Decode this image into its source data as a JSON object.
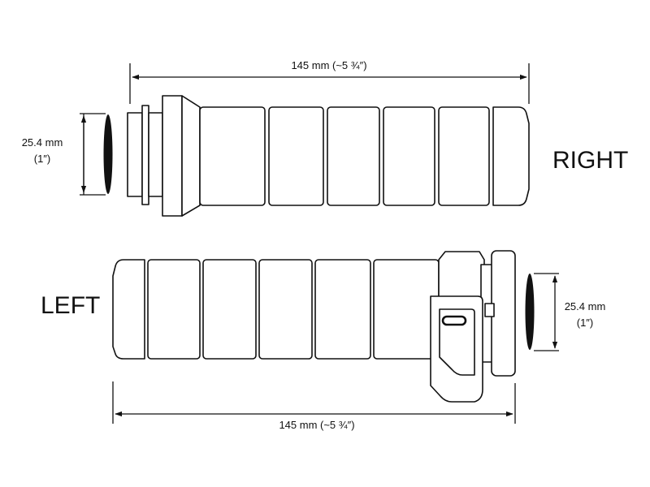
{
  "right_grip": {
    "label": "RIGHT",
    "length_label": "145 mm (~5 ¾″)",
    "diameter_label": "25.4 mm",
    "diameter_inch_label": "(1″)"
  },
  "left_grip": {
    "label": "LEFT",
    "length_label": "145 mm (~5 ¾″)",
    "diameter_label": "25.4 mm",
    "diameter_inch_label": "(1″)"
  },
  "colors": {
    "line": "#111111",
    "fill": "#ffffff",
    "dark": "#111111"
  }
}
